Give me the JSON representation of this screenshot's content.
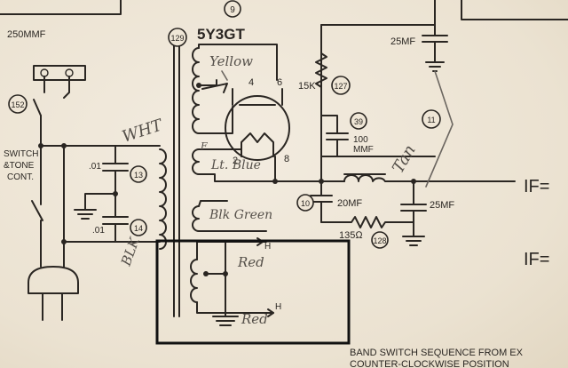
{
  "labels": {
    "cap_250mmf": "250MMF",
    "ref_9": "9",
    "tube_name": "5Y3GT",
    "ref_129": "129",
    "cap_25mf_top": "25MF",
    "res_15k": "15K",
    "ref_127": "127",
    "ref_152": "152",
    "switch_line1": "SWITCH",
    "switch_line2": "&TONE",
    "switch_line3": "CONT.",
    "pin_4": "4",
    "pin_6": "6",
    "pin_2": "2",
    "pin_8": "8",
    "ref_39": "39",
    "cap_100mmf_1": "100",
    "cap_100mmf_2": "MMF",
    "ref_11": "11",
    "cap_01_a": ".01",
    "ref_13": "13",
    "cap_01_b": ".01",
    "ref_14": "14",
    "ref_10": "10",
    "cap_20mf": "20MF",
    "cap_25mf_right": "25MF",
    "res_135": "135Ω",
    "ref_128": "128",
    "if_1": "IF=",
    "if_2": "IF=",
    "h_1": "H",
    "h_2": "H",
    "band_1": "BAND SWITCH SEQUENCE FROM EX",
    "band_2": "COUNTER-CLOCKWISE POSITION"
  },
  "handwriting": {
    "yellow": "Yellow",
    "lt_blue": "Lt. Blue",
    "f": "F",
    "blk_green": "Blk Green",
    "red_1": "Red",
    "red_2": "Red",
    "wht": "WHT",
    "blk": "BLK",
    "tan": "Tan"
  },
  "colors": {
    "ink": "#2a2622",
    "paper": "#efe6d6",
    "pencil": "#6b6660",
    "highlight_box": "#111111"
  }
}
